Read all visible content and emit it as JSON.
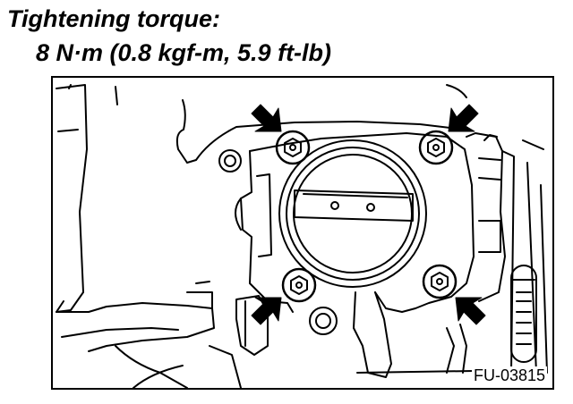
{
  "heading": {
    "label": "Tightening torque:",
    "value": "8 N·m (0.8 kgf-m, 5.9 ft-lb)"
  },
  "figure": {
    "code": "FU-03815",
    "bolt_count": 4,
    "arrow_count": 4
  }
}
